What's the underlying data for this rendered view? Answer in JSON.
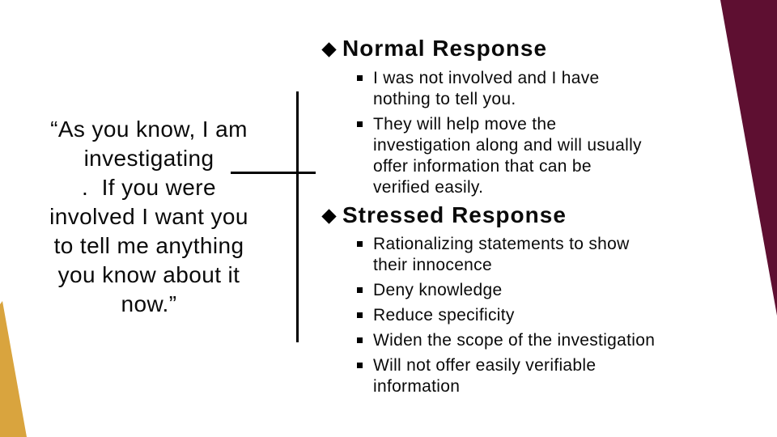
{
  "slide": {
    "colors": {
      "maroon": "#5E0F31",
      "gold": "#D9A43E",
      "line": "#000000"
    },
    "quote": {
      "text": "“As you know, I am\ninvestigating\n.  If you were\ninvolved I want you\nto tell me anything\nyou know about it\nnow.”"
    },
    "sections": [
      {
        "heading": "Normal Response",
        "bullets": [
          "I was not involved and I have\nnothing to tell you.",
          "They will help move the\ninvestigation along and will usually\noffer information that can be\nverified easily."
        ]
      },
      {
        "heading": "Stressed Response",
        "bullets": [
          "Rationalizing statements to show\ntheir innocence",
          "Deny knowledge",
          "Reduce specificity",
          "Widen the scope of the investigation",
          "Will not offer easily verifiable\ninformation"
        ]
      }
    ]
  }
}
